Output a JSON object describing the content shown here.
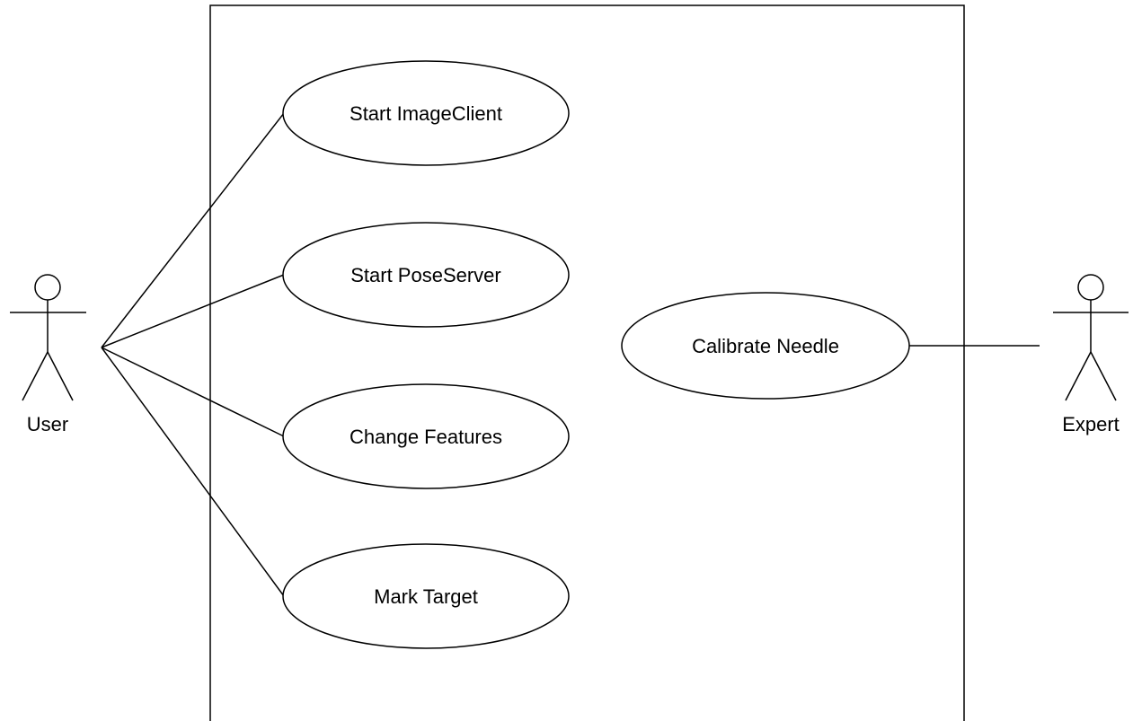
{
  "actors": [
    {
      "id": "user",
      "label": "User"
    },
    {
      "id": "expert",
      "label": "Expert"
    }
  ],
  "use_cases": [
    {
      "id": "start-imageclient",
      "label": "Start ImageClient"
    },
    {
      "id": "start-poseserver",
      "label": "Start PoseServer"
    },
    {
      "id": "change-features",
      "label": "Change Features"
    },
    {
      "id": "mark-target",
      "label": "Mark Target"
    },
    {
      "id": "calibrate-needle",
      "label": "Calibrate Needle"
    }
  ],
  "associations": [
    {
      "from": "user",
      "to": "start-imageclient"
    },
    {
      "from": "user",
      "to": "start-poseserver"
    },
    {
      "from": "user",
      "to": "change-features"
    },
    {
      "from": "user",
      "to": "mark-target"
    },
    {
      "from": "expert",
      "to": "calibrate-needle"
    }
  ],
  "colors": {
    "stroke": "#000000",
    "background": "#ffffff"
  }
}
